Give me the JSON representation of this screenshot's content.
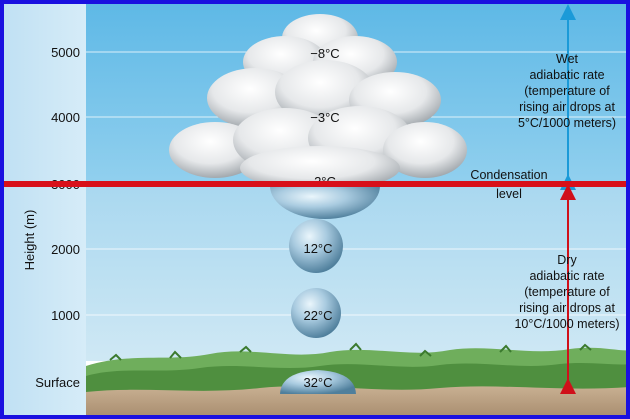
{
  "axis": {
    "ylabel": "Height (m)",
    "ticks": [
      "5000",
      "4000",
      "3000",
      "2000",
      "1000",
      "Surface"
    ]
  },
  "parcels": [
    "−8°C",
    "−3°C",
    "2°C",
    "12°C",
    "22°C",
    "32°C"
  ],
  "condensation": [
    "Condensation",
    "level"
  ],
  "wet_rate": [
    "Wet",
    "adiabatic rate",
    "(temperature of",
    "rising air drops at",
    "5°C/1000 meters)"
  ],
  "dry_rate": [
    "Dry",
    "adiabatic rate",
    "(temperature of",
    "rising air drops at",
    "10°C/1000 meters)"
  ],
  "colors": {
    "frame_border": "#1a10e0",
    "highlight_line": "#d8101a",
    "wet_arrow": "#1b9ad8",
    "dry_arrow": "#d0101a",
    "sky_top": "#6fc3ea",
    "sky_bottom": "#b7def2",
    "ground": "#b99e80"
  }
}
